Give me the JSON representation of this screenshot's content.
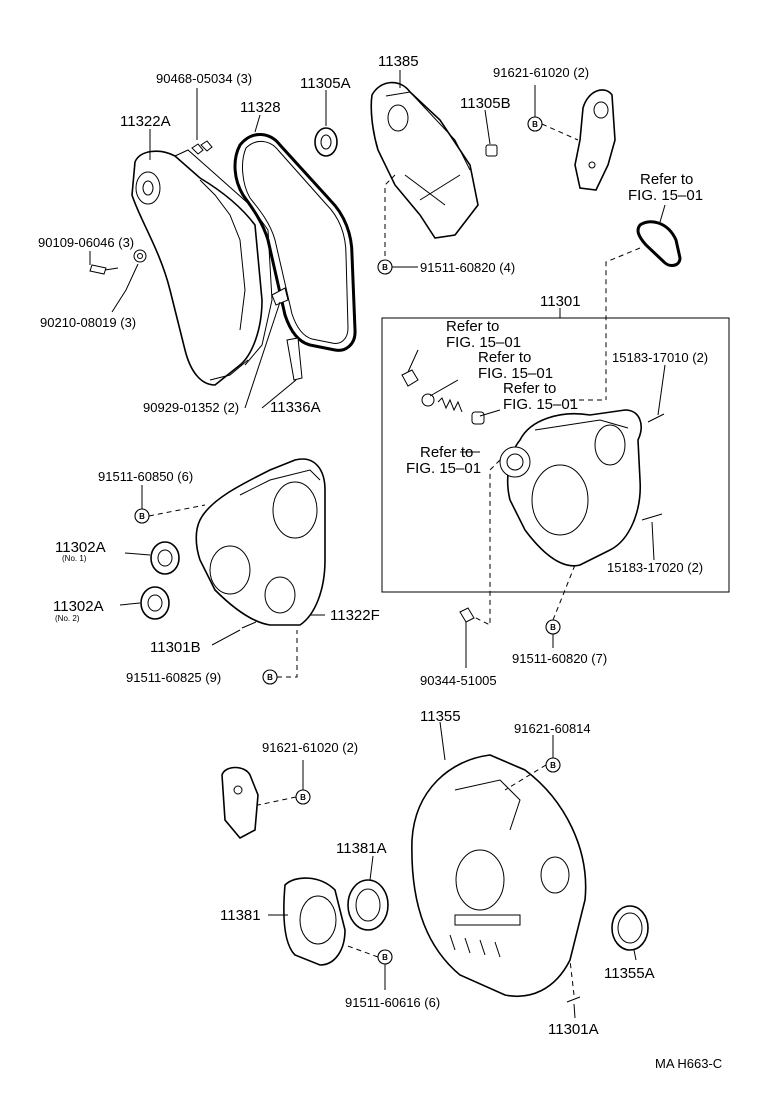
{
  "labels": {
    "p90468": "90468-05034 (3)",
    "p11305A": "11305A",
    "p11328": "11328",
    "p11322A": "11322A",
    "p90109": "90109-06046 (3)",
    "p90210": "90210-08019 (3)",
    "p90929": "90929-01352 (2)",
    "p11336A": "11336A",
    "p11385": "11385",
    "p11305B": "11305B",
    "p91621_top": "91621-61020 (2)",
    "p91511_60820_4": "91511-60820 (4)",
    "refer_top_1": "Refer to",
    "refer_top_2": "FIG. 15–01",
    "p11301": "11301",
    "refer_a_1": "Refer to",
    "refer_a_2": "FIG. 15–01",
    "refer_b_1": "Refer to",
    "refer_b_2": "FIG. 15–01",
    "refer_c_1": "Refer to",
    "refer_c_2": "FIG. 15–01",
    "refer_d_1": "Refer to",
    "refer_d_2": "FIG. 15–01",
    "p15183_17010": "15183-17010 (2)",
    "p15183_17020": "15183-17020 (2)",
    "p91511_60820_7": "91511-60820 (7)",
    "p90344": "90344-51005",
    "p91511_60850": "91511-60850 (6)",
    "p11302A_1": "11302A",
    "p11302A_1_sub": "(No. 1)",
    "p11302A_2": "11302A",
    "p11302A_2_sub": "(No. 2)",
    "p11301B": "11301B",
    "p11322F": "11322F",
    "p91511_60825": "91511-60825 (9)",
    "p11355": "11355",
    "p91621_60814": "91621-60814",
    "p91621_mid": "91621-61020 (2)",
    "p11381A": "11381A",
    "p11381": "11381",
    "p91511_60616": "91511-60616 (6)",
    "p11355A": "11355A",
    "p11301A": "11301A",
    "code": "MA H663-C"
  },
  "bolt_marker": "B"
}
